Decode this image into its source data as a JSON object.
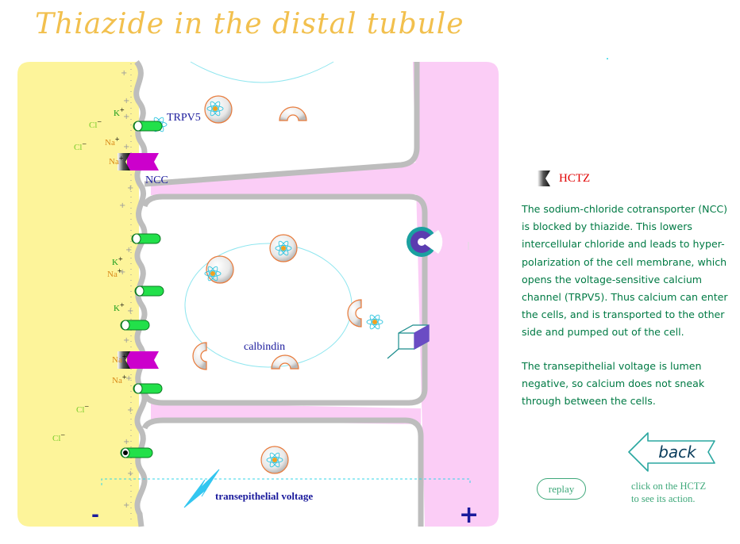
{
  "title": "Thiazide in the distal tubule",
  "diagram": {
    "labels": {
      "trpv5": "TRPV5",
      "ncc": "NCC",
      "calbindin": "calbindin",
      "voltage": "transepithelial voltage",
      "k": "K",
      "na": "Na",
      "cl": "Cl",
      "plus_sup": "+",
      "minus_sup": "−",
      "lumen_sign": "-",
      "blood_sign": "+"
    },
    "colors": {
      "lumen": "#fdf49a",
      "interstitium": "#fbcdf6",
      "membrane": "#c0c0c0",
      "channel": "#22e04a",
      "ncc": "#cc00cc",
      "label_blue": "#1a1a9c",
      "k_color": "#1a9c1a",
      "na_color": "#d98a1a",
      "cl_color": "#7acc2a",
      "cyan": "#33d6e8"
    }
  },
  "legend": {
    "icon": "hctz-drug-icon",
    "label": "HCTZ"
  },
  "description": {
    "p1": "The sodium-chloride cotransporter (NCC) is blocked by thiazide.  This lowers intercellular chloride and leads to hyper-polarization of the cell membrane, which opens the voltage-sensitive calcium channel (TRPV5). Thus calcium can enter the cells, and is transported to the other side and pumped out of the cell.",
    "p2": "The transepithelial voltage is lumen negative, so calcium does not sneak through between the cells."
  },
  "buttons": {
    "back": "back",
    "replay": "replay"
  },
  "hint": {
    "line1": "click on the HCTZ",
    "line2": "to see its action."
  }
}
